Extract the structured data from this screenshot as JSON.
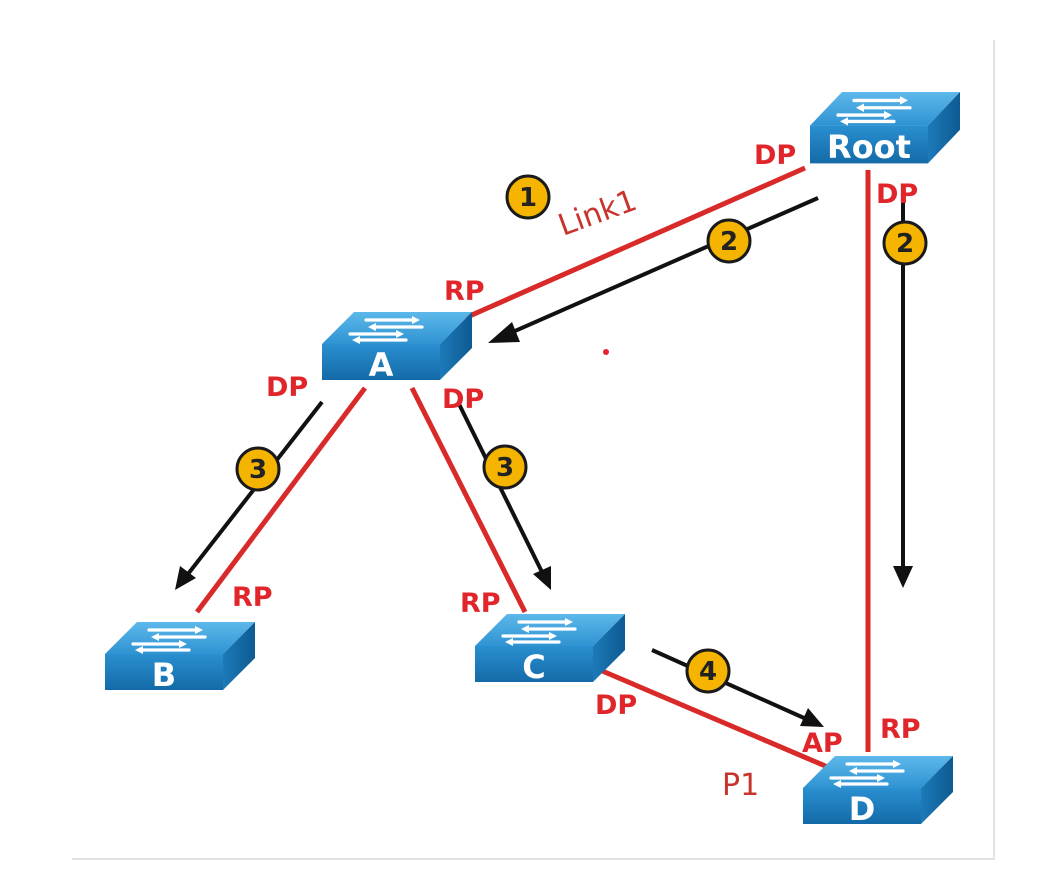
{
  "switches": {
    "root": {
      "label": "Root"
    },
    "a": {
      "label": "A"
    },
    "b": {
      "label": "B"
    },
    "c": {
      "label": "C"
    },
    "d": {
      "label": "D"
    }
  },
  "ports": {
    "root_to_a": "DP",
    "root_to_d": "DP",
    "a_to_root": "RP",
    "a_to_b": "DP",
    "a_to_c": "DP",
    "b_to_a": "RP",
    "c_to_a": "RP",
    "c_to_d": "DP",
    "d_to_c": "AP",
    "d_to_root": "RP"
  },
  "steps": {
    "link_step": "1",
    "root_a_step": "2",
    "root_d_step": "2",
    "a_b_step": "3",
    "a_c_step": "3",
    "c_d_step": "4"
  },
  "link_labels": {
    "root_a": "Link1",
    "c_d": "P1"
  },
  "colors": {
    "link": "#d92a2a",
    "port_label": "#e0262a",
    "switch_top": "#3fa3dc",
    "switch_front": "#1a7fc0",
    "step_badge": "#f4b400",
    "arrow": "#111111"
  }
}
